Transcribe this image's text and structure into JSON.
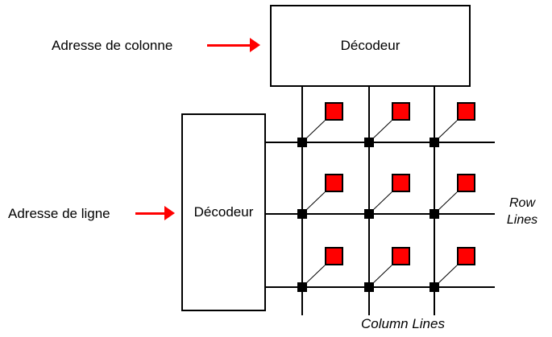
{
  "diagram": {
    "type": "memory-array-addressing-diagram",
    "labels": {
      "column_address": "Adresse de colonne",
      "row_address": "Adresse de ligne",
      "column_decoder": "Décodeur",
      "row_decoder": "Décodeur",
      "row_lines": "Row Lines",
      "column_lines": "Column Lines"
    },
    "colors": {
      "memory_cell_fill": "#ff0000",
      "arrow": "#ff0000",
      "wire": "#000000",
      "background": "#ffffff"
    },
    "grid": {
      "rows": 3,
      "columns": 3,
      "memory_cell_count": 9
    }
  }
}
